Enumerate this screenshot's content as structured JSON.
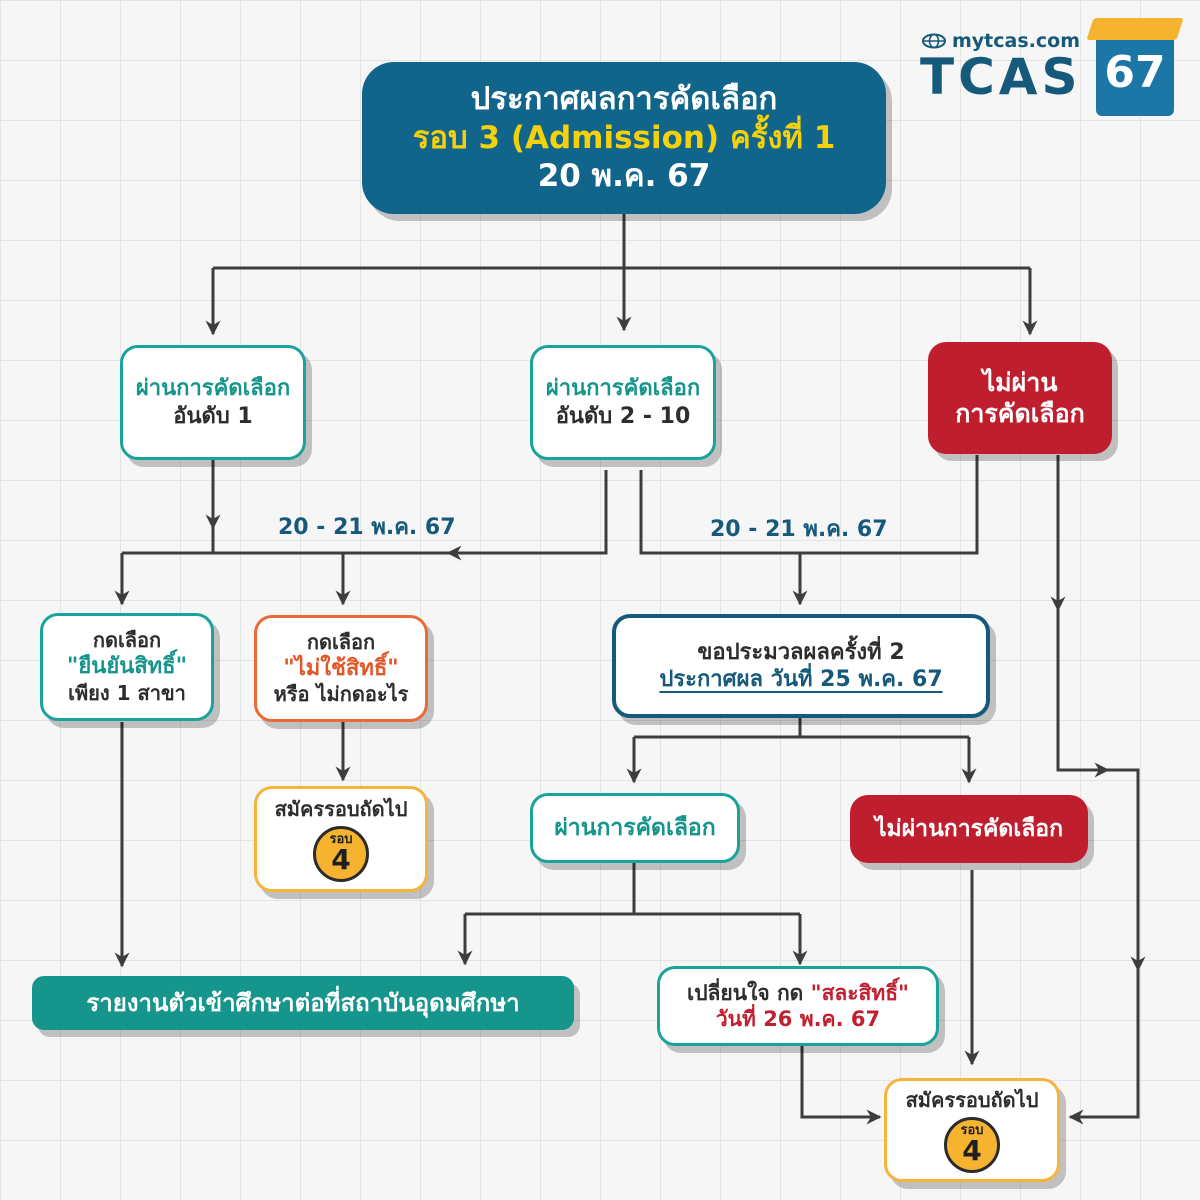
{
  "logo": {
    "site": "mytcas.com",
    "brand": "TCAS",
    "year": "67"
  },
  "top": {
    "line1": "ประกาศผลการคัดเลือก",
    "line2": "รอบ 3 (Admission) ครั้งที่ 1",
    "line3": "20 พ.ค. 67"
  },
  "rank1": {
    "line1": "ผ่านการคัดเลือก",
    "line2": "อันดับ 1"
  },
  "rank2_10": {
    "line1": "ผ่านการคัดเลือก",
    "line2": "อันดับ 2 - 10"
  },
  "not_pass": {
    "line1": "ไม่ผ่าน",
    "line2": "การคัดเลือก"
  },
  "date_left": "20 - 21 พ.ค. 67",
  "date_right": "20 - 21 พ.ค. 67",
  "confirm": {
    "line1": "กดเลือก",
    "line2": "\"ยืนยันสิทธิ์\"",
    "line3": "เพียง 1 สาขา"
  },
  "decline": {
    "line1": "กดเลือก",
    "line2": "\"ไม่ใช้สิทธิ์\"",
    "line3": "หรือ ไม่กดอะไร"
  },
  "next_round_1": {
    "label": "สมัครรอบถัดไป",
    "badge_small": "รอบ",
    "badge_big": "4"
  },
  "process2": {
    "line1": "ขอประมวลผลครั้งที่ 2",
    "line2": "ประกาศผล วันที่ 25 พ.ค. 67"
  },
  "pass2": {
    "label": "ผ่านการคัดเลือก"
  },
  "not_pass2": {
    "label": "ไม่ผ่านการคัดเลือก"
  },
  "report": {
    "label": "รายงานตัวเข้าศึกษาต่อที่สถาบันอุดมศึกษา"
  },
  "change_mind": {
    "line1_a": "เปลี่ยนใจ กด ",
    "line1_b": "\"สละสิทธิ์\"",
    "line2": "วันที่ 26 พ.ค. 67"
  },
  "next_round_2": {
    "label": "สมัครรอบถัดไป",
    "badge_small": "รอบ",
    "badge_big": "4"
  },
  "colors": {
    "teal": "#1aa39a",
    "navy": "#16597a",
    "red": "#bf1e2e",
    "orange": "#ea6a35",
    "yellow": "#f6b43b",
    "line": "#3d3d3d"
  }
}
